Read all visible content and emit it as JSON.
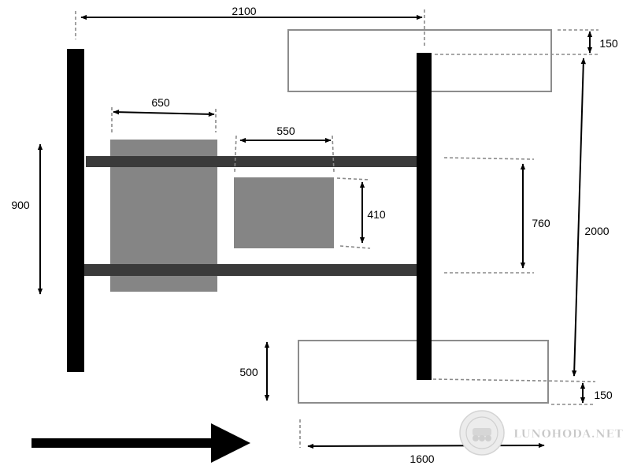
{
  "colors": {
    "frame_beam": "#000000",
    "crossbar": "#3a3a3a",
    "block": "#858585",
    "outline_box": "#8c8c8c",
    "dash": "#8a8a8a",
    "text": "#000000",
    "watermark": "#dcdcdc"
  },
  "dimensions": {
    "top_span": "2100",
    "left_block_width": "650",
    "center_block_width": "550",
    "left_height": "900",
    "center_block_height": "410",
    "right_gap": "760",
    "right_total": "2000",
    "top_offset": "150",
    "bottom_offset": "150",
    "bottom_left_height": "500",
    "bottom_width": "1600"
  },
  "watermark": {
    "text": "LUNOHODA.NET",
    "icon": "lunar-rover-emblem-icon"
  },
  "direction_arrow": {
    "icon": "right-arrow-icon"
  }
}
